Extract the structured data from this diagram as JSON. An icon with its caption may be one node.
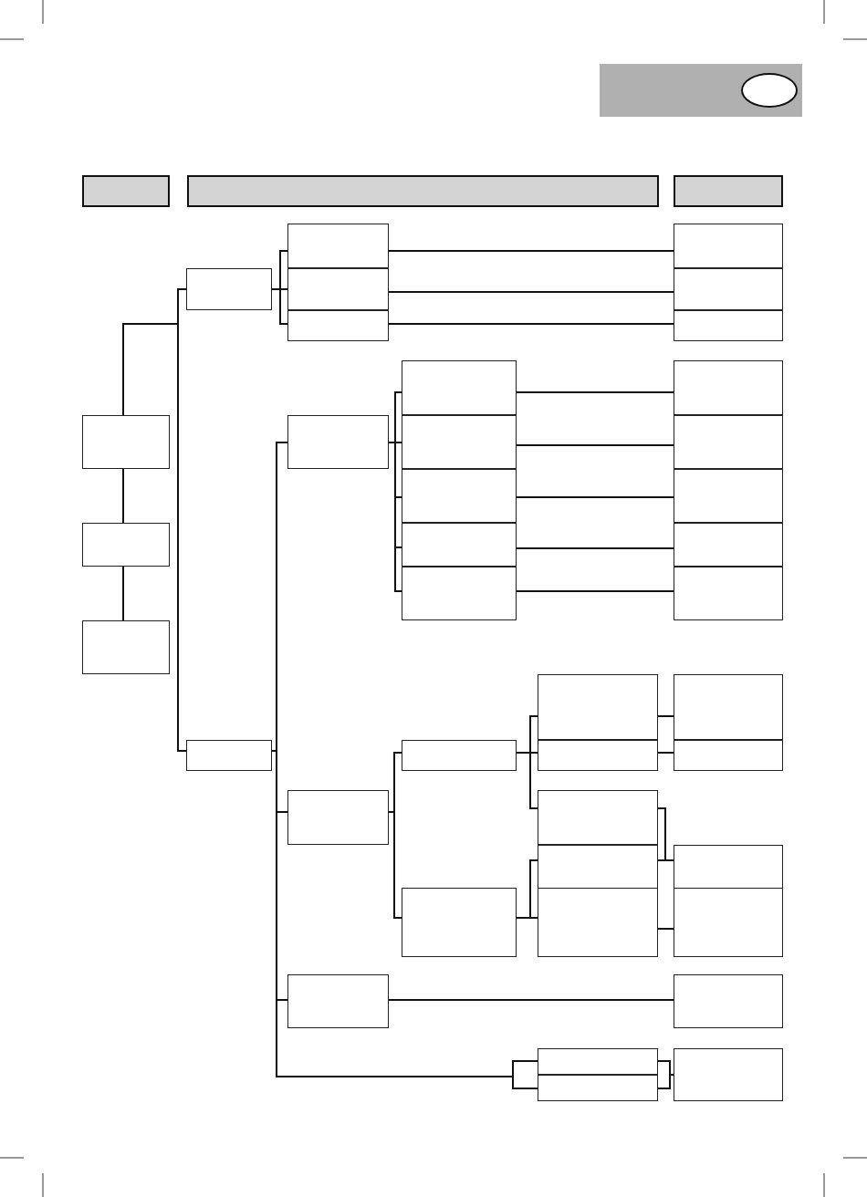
{
  "diagram": {
    "nodes": [
      {
        "text": [],
        "shape": "box"
      },
      {
        "text": [],
        "shape": "circle",
        "in": 0
      },
      {
        "text": [],
        "shape": "box"
      },
      {
        "text": [],
        "shape": "box"
      },
      {
        "text": [],
        "shape": "box"
      },
      {
        "text": [],
        "shape": "box"
      },
      {
        "text": [],
        "shape": "box"
      },
      {
        "text": [],
        "shape": "box"
      },
      {
        "text": [],
        "shape": "box"
      },
      {
        "text": [],
        "shape": "box"
      },
      {
        "text": [],
        "shape": "box"
      },
      {
        "text": [],
        "shape": "box"
      },
      {
        "text": [],
        "shape": "box"
      },
      {
        "text": [],
        "shape": "box"
      },
      {
        "text": [],
        "shape": "box"
      },
      {
        "text": [],
        "shape": "box"
      },
      {
        "text": [],
        "shape": "box"
      },
      {
        "text": [],
        "shape": "box"
      },
      {
        "text": [],
        "shape": "box"
      },
      {
        "text": [],
        "shape": "box"
      },
      {
        "text": [],
        "shape": "box"
      },
      {
        "text": [],
        "shape": "box"
      },
      {
        "text": [],
        "shape": "box"
      },
      {
        "text": [],
        "shape": "box"
      },
      {
        "text": [],
        "shape": "box"
      },
      {
        "text": [],
        "shape": "box"
      },
      {
        "text": [],
        "shape": "box"
      },
      {
        "text": [],
        "shape": "box"
      },
      {
        "text": [],
        "shape": "box"
      },
      {
        "text": [],
        "shape": "box"
      },
      {
        "text": [],
        "shape": "box"
      },
      {
        "text": [],
        "shape": "box"
      },
      {
        "text": [],
        "shape": "box"
      },
      {
        "text": [],
        "shape": "box"
      },
      {
        "text": [],
        "shape": "box"
      },
      {
        "text": [],
        "shape": "box"
      },
      {
        "text": [],
        "shape": "box"
      },
      {
        "text": [],
        "shape": "box"
      },
      {
        "text": [],
        "shape": "box"
      },
      {
        "text": [],
        "shape": "box"
      },
      {
        "text": [],
        "shape": "box"
      },
      {
        "text": [],
        "shape": "box"
      },
      {
        "text": [],
        "shape": "box"
      },
      {
        "text": [],
        "shape": "box"
      }
    ],
    "edges": [
      {
        "from": 5,
        "to": 6,
        "arrow": "none"
      },
      {
        "from": 6,
        "to": 7,
        "arrow": "none"
      },
      {
        "from": 5,
        "to": 8,
        "arrow": "none"
      },
      {
        "from": 5,
        "to": 9,
        "arrow": "none"
      },
      {
        "from": 8,
        "to": 10,
        "arrow": "none"
      },
      {
        "from": 8,
        "to": 11,
        "arrow": "none"
      },
      {
        "from": 8,
        "to": 12,
        "arrow": "none"
      },
      {
        "from": 10,
        "to": 13,
        "arrow": "none"
      },
      {
        "from": 11,
        "to": 14,
        "arrow": "none"
      },
      {
        "from": 12,
        "to": 15,
        "arrow": "none"
      },
      {
        "from": 9,
        "to": 16,
        "arrow": "none"
      },
      {
        "from": 9,
        "to": 27,
        "arrow": "none"
      },
      {
        "from": 9,
        "to": 39,
        "arrow": "none"
      },
      {
        "from": 9,
        "to": 41,
        "arrow": "none"
      },
      {
        "from": 9,
        "to": 42,
        "arrow": "none"
      },
      {
        "from": 16,
        "to": 17,
        "arrow": "none"
      },
      {
        "from": 16,
        "to": 18,
        "arrow": "none"
      },
      {
        "from": 16,
        "to": 19,
        "arrow": "none"
      },
      {
        "from": 16,
        "to": 20,
        "arrow": "none"
      },
      {
        "from": 16,
        "to": 21,
        "arrow": "none"
      },
      {
        "from": 17,
        "to": 22,
        "arrow": "none"
      },
      {
        "from": 18,
        "to": 23,
        "arrow": "none"
      },
      {
        "from": 19,
        "to": 24,
        "arrow": "none"
      },
      {
        "from": 20,
        "to": 25,
        "arrow": "none"
      },
      {
        "from": 21,
        "to": 26,
        "arrow": "none"
      },
      {
        "from": 27,
        "to": 28,
        "arrow": "none"
      },
      {
        "from": 27,
        "to": 29,
        "arrow": "none"
      },
      {
        "from": 28,
        "to": 30,
        "arrow": "none"
      },
      {
        "from": 28,
        "to": 31,
        "arrow": "none"
      },
      {
        "from": 28,
        "to": 32,
        "arrow": "none"
      },
      {
        "from": 29,
        "to": 33,
        "arrow": "none"
      },
      {
        "from": 29,
        "to": 34,
        "arrow": "none"
      },
      {
        "from": 30,
        "to": 35,
        "arrow": "none"
      },
      {
        "from": 31,
        "to": 36,
        "arrow": "none"
      },
      {
        "from": 32,
        "to": 37,
        "arrow": "none"
      },
      {
        "from": 33,
        "to": 37,
        "arrow": "none"
      },
      {
        "from": 34,
        "to": 38,
        "arrow": "none"
      },
      {
        "from": 39,
        "to": 40,
        "arrow": "none"
      },
      {
        "from": 41,
        "to": 43,
        "arrow": "none"
      },
      {
        "from": 42,
        "to": 43,
        "arrow": "none"
      }
    ]
  }
}
